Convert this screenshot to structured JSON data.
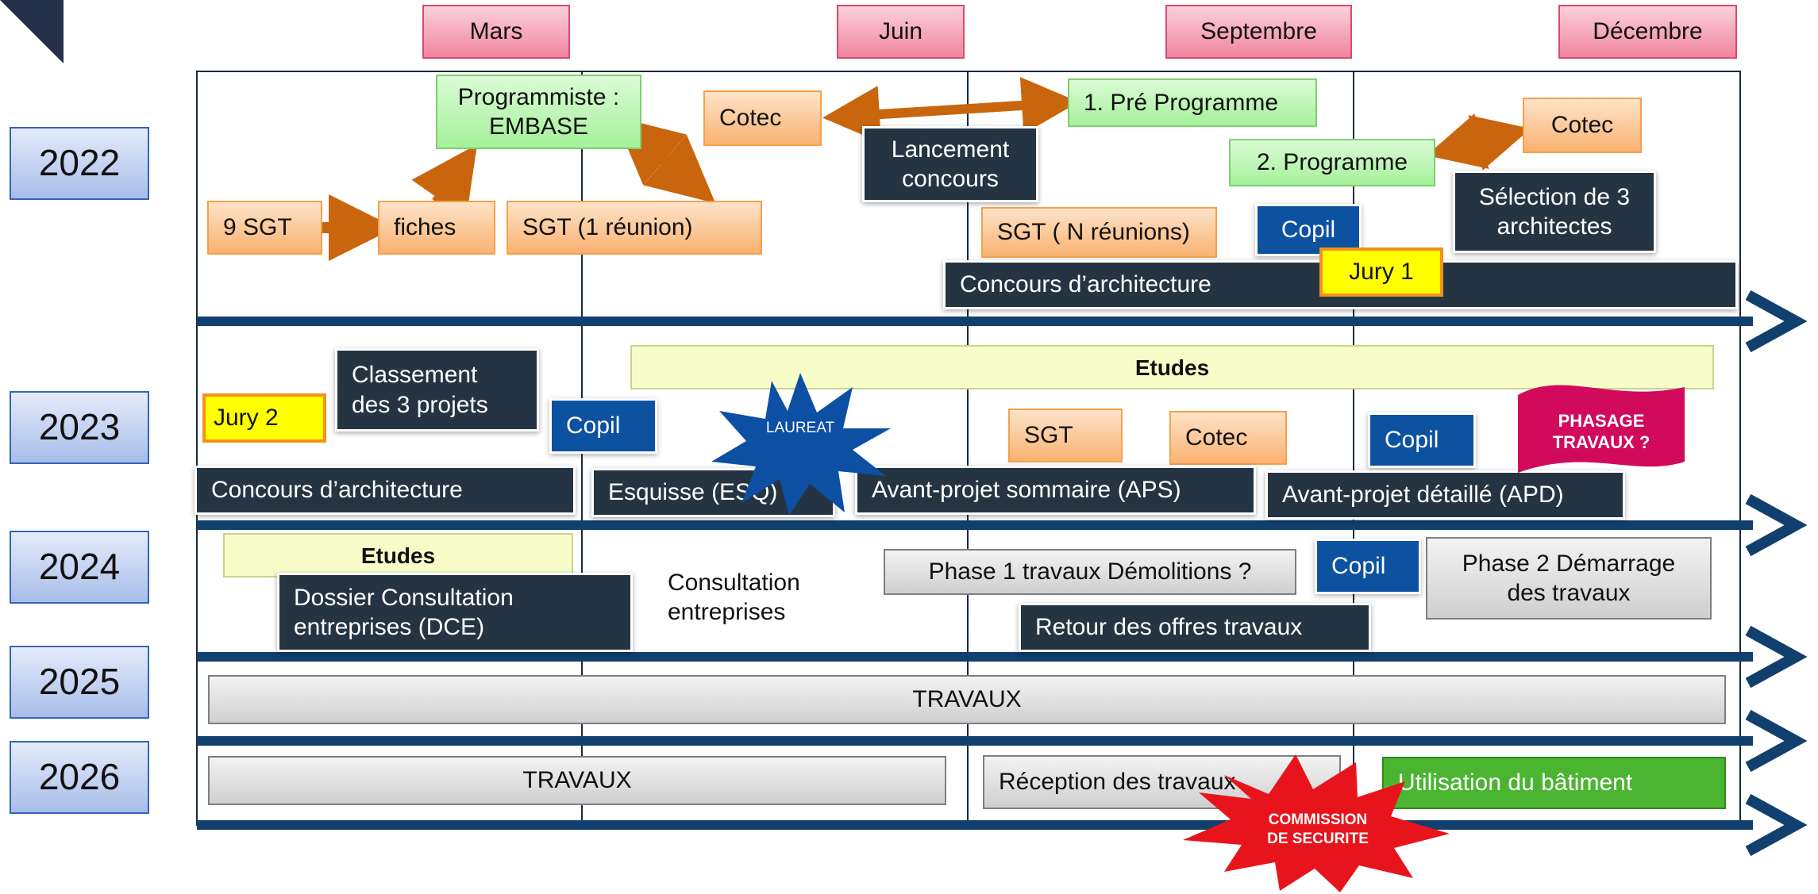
{
  "months": [
    "Mars",
    "Juin",
    "Septembre",
    "Décembre"
  ],
  "years": [
    "2022",
    "2023",
    "2024",
    "2025",
    "2026"
  ],
  "y2022": {
    "sgt9": "9 SGT",
    "fiches": "fiches",
    "programmiste": "Programmiste :\nEMBASE",
    "sgt_1": "SGT (1 réunion)",
    "cotec_1": "Cotec",
    "lancement": "Lancement\nconcours",
    "pre_programme": "1. Pré Programme",
    "programme": "2. Programme",
    "cotec_2": "Cotec",
    "sgt_n": "SGT ( N réunions)",
    "copil": "Copil",
    "selection": "Sélection de 3\narchitectes",
    "concours": "Concours d’architecture",
    "jury1": "Jury 1"
  },
  "y2023": {
    "jury2": "Jury 2",
    "classement": "Classement\ndes 3 projets",
    "copil_1": "Copil",
    "etudes": "Etudes",
    "laureat": "LAUREAT",
    "sgt": "SGT",
    "cotec": "Cotec",
    "copil_2": "Copil",
    "phasage": "PHASAGE\nTRAVAUX ?",
    "concours": "Concours d’architecture",
    "esquisse": "Esquisse (ESQ)",
    "aps": "Avant-projet sommaire  (APS)",
    "apd": "Avant-projet détaillé (APD)"
  },
  "y2024": {
    "etudes": "Etudes",
    "dce": "Dossier Consultation\nentreprises (DCE)",
    "consultation": "Consultation\nentreprises",
    "phase1": "Phase 1 travaux Démolitions ?",
    "copil": "Copil",
    "phase2": "Phase 2 Démarrage\ndes travaux",
    "retour": "Retour des offres travaux"
  },
  "y2025": {
    "travaux": "TRAVAUX"
  },
  "y2026": {
    "travaux": "TRAVAUX",
    "reception": "Réception des travaux",
    "utilisation": "Utilisation du bâtiment",
    "commission": "COMMISSION\nDE SECURITE"
  },
  "colors": {
    "arrow_navy": "#11406f",
    "arrow_orange": "#c9660d",
    "burst_blue": "#0c4fa3",
    "burst_red": "#e8141c",
    "flag_magenta": "#d10a5b",
    "corner": "#242f4a"
  }
}
